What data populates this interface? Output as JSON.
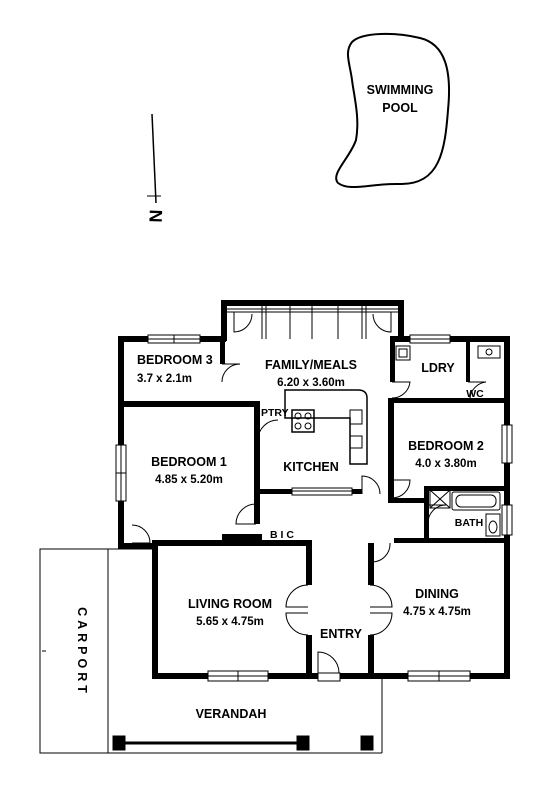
{
  "pool": {
    "line1": "SWIMMING",
    "line2": "POOL"
  },
  "compass": {
    "label": "N"
  },
  "rooms": {
    "bedroom3": {
      "name": "BEDROOM 3",
      "size": "3.7 x 2.1m"
    },
    "family": {
      "name": "FAMILY/MEALS",
      "size": "6.20 x 3.60m"
    },
    "laundry": {
      "name": "LDRY"
    },
    "wc": {
      "name": "WC"
    },
    "pantry": {
      "name": "PTRY"
    },
    "bedroom1": {
      "name": "BEDROOM 1",
      "size": "4.85 x 5.20m"
    },
    "kitchen": {
      "name": "KITCHEN"
    },
    "bedroom2": {
      "name": "BEDROOM 2",
      "size": "4.0 x 3.80m"
    },
    "bath": {
      "name": "BATH"
    },
    "bic": {
      "name": "B I C"
    },
    "living": {
      "name": "LIVING ROOM",
      "size": "5.65 x 4.75m"
    },
    "entry": {
      "name": "ENTRY"
    },
    "dining": {
      "name": "DINING",
      "size": "4.75 x 4.75m"
    },
    "verandah": {
      "name": "VERANDAH"
    },
    "carport": {
      "name": "CARPORT"
    }
  }
}
